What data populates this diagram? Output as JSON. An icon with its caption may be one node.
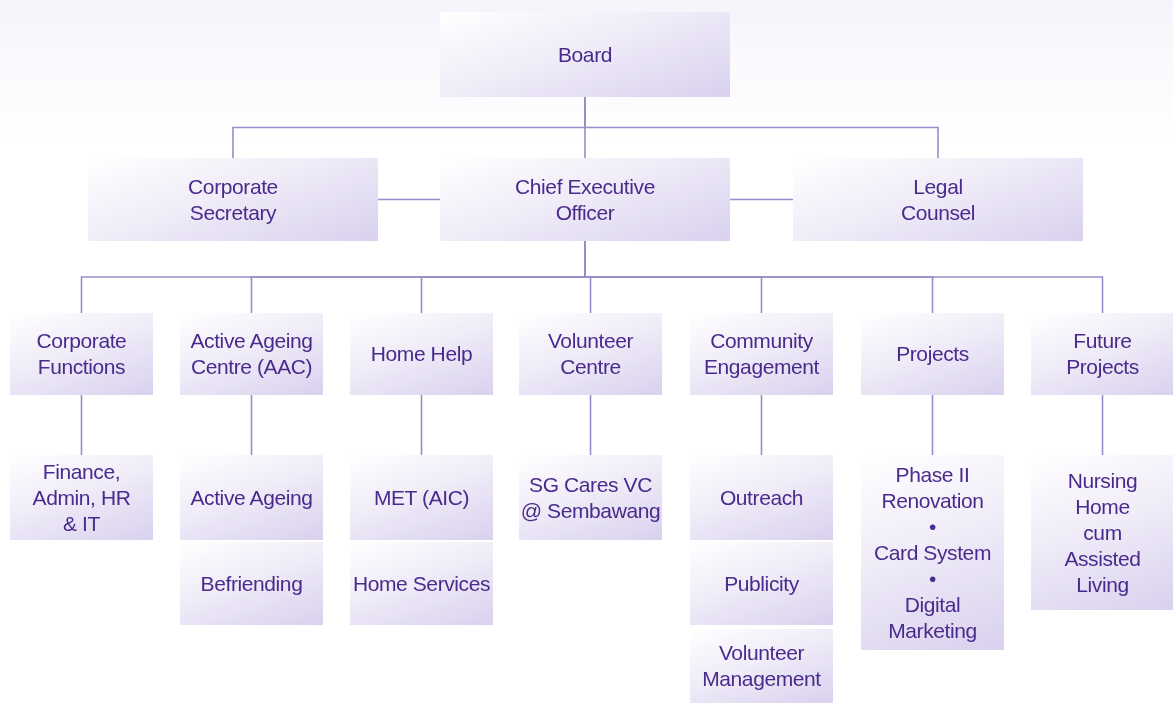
{
  "diagram": {
    "nodes": [
      {
        "text": [
          "Board"
        ]
      },
      {
        "text": [
          "Corporate Secretary"
        ]
      },
      {
        "text": [
          "Chief Executive Officer"
        ]
      },
      {
        "text": [
          "Legal Counsel"
        ]
      },
      {
        "text": [
          "Corporate Functions"
        ]
      },
      {
        "text": [
          "Active Ageing Centre (AAC)"
        ]
      },
      {
        "text": [
          "Home Help"
        ]
      },
      {
        "text": [
          "Volunteer Centre"
        ]
      },
      {
        "text": [
          "Community Engagement"
        ]
      },
      {
        "text": [
          "Projects"
        ]
      },
      {
        "text": [
          "Future Projects"
        ]
      },
      {
        "text": [
          "Finance, Admin, HR & IT"
        ]
      },
      {
        "text": [
          "Active Ageing"
        ]
      },
      {
        "text": [
          "MET (AIC)"
        ]
      },
      {
        "text": [
          "SG Cares VC @ Sembawang"
        ]
      },
      {
        "text": [
          "Outreach"
        ]
      },
      {
        "text": [
          "Phase II Renovation",
          "•",
          "Card System",
          "•",
          "Digital Marketing"
        ]
      },
      {
        "text": [
          "Nursing Home cum Assisted Living"
        ]
      },
      {
        "text": [
          "Befriending"
        ]
      },
      {
        "text": [
          "Home Services"
        ]
      },
      {
        "text": [
          "Publicity"
        ]
      },
      {
        "text": [
          "Volunteer Management"
        ]
      }
    ],
    "edges": [
      {
        "from": 0,
        "to": 1,
        "arrow": "none"
      },
      {
        "from": 0,
        "to": 2,
        "arrow": "none"
      },
      {
        "from": 0,
        "to": 3,
        "arrow": "none"
      },
      {
        "from": 1,
        "to": 2,
        "arrow": "none"
      },
      {
        "from": 2,
        "to": 3,
        "arrow": "none"
      },
      {
        "from": 2,
        "to": 4,
        "arrow": "none"
      },
      {
        "from": 2,
        "to": 5,
        "arrow": "none"
      },
      {
        "from": 2,
        "to": 6,
        "arrow": "none"
      },
      {
        "from": 2,
        "to": 7,
        "arrow": "none"
      },
      {
        "from": 2,
        "to": 8,
        "arrow": "none"
      },
      {
        "from": 2,
        "to": 9,
        "arrow": "none"
      },
      {
        "from": 2,
        "to": 10,
        "arrow": "none"
      },
      {
        "from": 4,
        "to": 11,
        "arrow": "none"
      },
      {
        "from": 5,
        "to": 12,
        "arrow": "none"
      },
      {
        "from": 6,
        "to": 13,
        "arrow": "none"
      },
      {
        "from": 7,
        "to": 14,
        "arrow": "none"
      },
      {
        "from": 8,
        "to": 15,
        "arrow": "none"
      },
      {
        "from": 9,
        "to": 16,
        "arrow": "none"
      },
      {
        "from": 10,
        "to": 17,
        "arrow": "none"
      }
    ]
  }
}
